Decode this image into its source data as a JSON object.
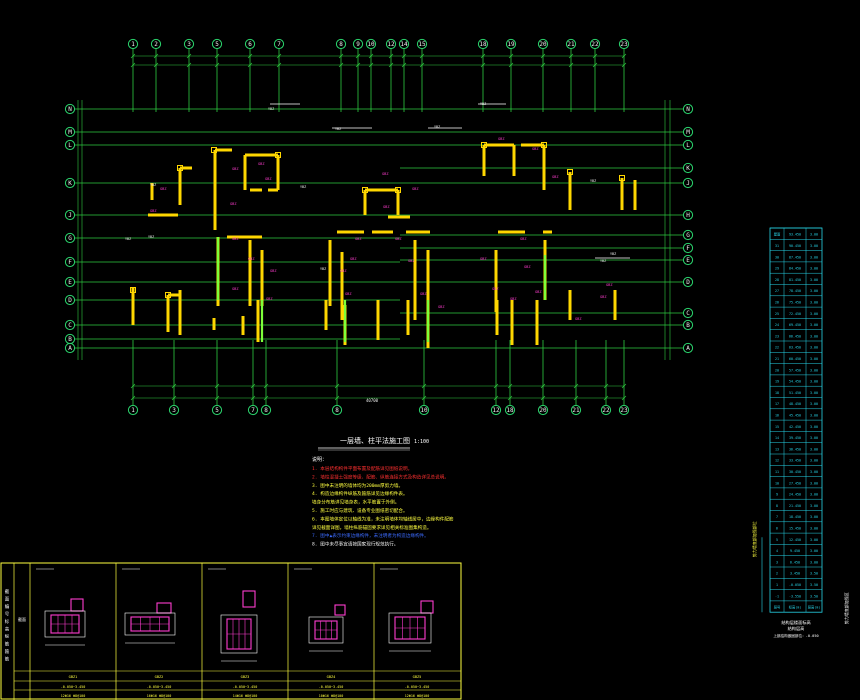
{
  "colors": {
    "background": "#000000",
    "grid": "#2ecc40",
    "wall": "#ffd700",
    "rebar_pink": "#ff3ccf",
    "table_cyan": "#27d5e8",
    "annotation_white": "#f0f0f0",
    "note_red": "#ff3030",
    "note_yellow": "#ffff40",
    "note_blue": "#3b6bff",
    "detail_frame": "#ffff40"
  },
  "plan": {
    "title": "一层墙、柱平法施工图",
    "scale": "1:100",
    "top_axes": [
      "1",
      "2",
      "3",
      "5",
      "6",
      "7",
      "8",
      "9",
      "10",
      "12",
      "14",
      "15",
      "18",
      "19",
      "20",
      "21",
      "22",
      "23"
    ],
    "bottom_axes": [
      "1",
      "3",
      "5",
      "7",
      "8",
      "8",
      "10",
      "12",
      "18",
      "20",
      "21",
      "22",
      "23"
    ],
    "left_axes": [
      "N",
      "M",
      "L",
      "K",
      "J",
      "G",
      "F",
      "E",
      "D",
      "C",
      "B",
      "A"
    ],
    "right_axes": [
      "N",
      "M",
      "L",
      "K",
      "J",
      "H",
      "G",
      "F",
      "E",
      "D",
      "C",
      "B",
      "A"
    ],
    "overall_dim": "40700"
  },
  "notes": {
    "heading": "说明：",
    "lines": [
      {
        "text": "1. 本层结构构件平面布置及配筋详见图纸说明。",
        "color": "red"
      },
      {
        "text": "2. 墙柱混凝土强度等级、配筋、纵筋连接方式及构造详见总说明。",
        "color": "red"
      },
      {
        "text": "3. 图中未注明的墙体均为200mm厚剪力墙。",
        "color": "yellow"
      },
      {
        "text": "4. 构造边缘构件纵筋及箍筋详见边缘构件表。",
        "color": "yellow"
      },
      {
        "text": "   墙身分布筋详见墙身表，水平筋置于外侧。",
        "color": "yellow"
      },
      {
        "text": "5. 施工时应与建筑、设备专业图纸密切配合。",
        "color": "yellow"
      },
      {
        "text": "6. 本图墙体定位以轴线为准，未注明墙体均轴线居中，边缘构件配筋",
        "color": "yellow"
      },
      {
        "text": "   详见截面详图，墙柱纵筋锚固要求详见相关标准图集构造。",
        "color": "yellow"
      },
      {
        "text": "7. 图中▲表示约束边缘构件，未注明者为构造边缘构件。",
        "color": "blue"
      },
      {
        "text": "8. 图中未尽事宜请按国家现行规范执行。",
        "color": "white"
      }
    ]
  },
  "floor_table": {
    "caption": "结构层楼面标高",
    "caption2": "结构层高",
    "caption3": "上部结构嵌固部位：-0.050",
    "side_label": "剪力墙底部加强部位",
    "right_label": "剪力墙底部加强区",
    "rows": [
      {
        "floor": "屋面",
        "elev": "93.450",
        "height": "3.00"
      },
      {
        "floor": "31",
        "elev": "90.450",
        "height": "3.00"
      },
      {
        "floor": "30",
        "elev": "87.450",
        "height": "3.00"
      },
      {
        "floor": "29",
        "elev": "84.450",
        "height": "3.00"
      },
      {
        "floor": "28",
        "elev": "81.450",
        "height": "3.00"
      },
      {
        "floor": "27",
        "elev": "78.450",
        "height": "3.00"
      },
      {
        "floor": "26",
        "elev": "75.450",
        "height": "3.00"
      },
      {
        "floor": "25",
        "elev": "72.450",
        "height": "3.00"
      },
      {
        "floor": "24",
        "elev": "69.450",
        "height": "3.00"
      },
      {
        "floor": "23",
        "elev": "66.450",
        "height": "3.00"
      },
      {
        "floor": "22",
        "elev": "63.450",
        "height": "3.00"
      },
      {
        "floor": "21",
        "elev": "60.450",
        "height": "3.00"
      },
      {
        "floor": "20",
        "elev": "57.450",
        "height": "3.00"
      },
      {
        "floor": "19",
        "elev": "54.450",
        "height": "3.00"
      },
      {
        "floor": "18",
        "elev": "51.450",
        "height": "3.00"
      },
      {
        "floor": "17",
        "elev": "48.450",
        "height": "3.00"
      },
      {
        "floor": "16",
        "elev": "45.450",
        "height": "3.00"
      },
      {
        "floor": "15",
        "elev": "42.450",
        "height": "3.00"
      },
      {
        "floor": "14",
        "elev": "39.450",
        "height": "3.00"
      },
      {
        "floor": "13",
        "elev": "36.450",
        "height": "3.00"
      },
      {
        "floor": "12",
        "elev": "33.450",
        "height": "3.00"
      },
      {
        "floor": "11",
        "elev": "30.450",
        "height": "3.00"
      },
      {
        "floor": "10",
        "elev": "27.450",
        "height": "3.00"
      },
      {
        "floor": "9",
        "elev": "24.450",
        "height": "3.00"
      },
      {
        "floor": "8",
        "elev": "21.450",
        "height": "3.00"
      },
      {
        "floor": "7",
        "elev": "18.450",
        "height": "3.00"
      },
      {
        "floor": "6",
        "elev": "15.450",
        "height": "3.00"
      },
      {
        "floor": "5",
        "elev": "12.450",
        "height": "3.00"
      },
      {
        "floor": "4",
        "elev": "9.450",
        "height": "3.00"
      },
      {
        "floor": "3",
        "elev": "6.450",
        "height": "3.00"
      },
      {
        "floor": "2",
        "elev": "3.450",
        "height": "3.50"
      },
      {
        "floor": "1",
        "elev": "-0.050",
        "height": "3.50"
      },
      {
        "floor": "-1",
        "elev": "-3.550",
        "height": "3.50"
      },
      {
        "floor": "层号",
        "elev": "标高(m)",
        "height": "层高(m)"
      }
    ]
  },
  "detail_table": {
    "left_header": [
      "截",
      "面",
      "编",
      "号",
      "标",
      "高",
      "纵",
      "筋",
      "箍",
      "筋"
    ],
    "row_label": "截面",
    "columns": [
      {
        "id": "GBZ1",
        "elev": "-0.050~3.450",
        "rebar": "12Φ16",
        "stirrup": "Φ8@100"
      },
      {
        "id": "GBZ2",
        "elev": "-0.050~3.450",
        "rebar": "16Φ16",
        "stirrup": "Φ8@100"
      },
      {
        "id": "GBZ3",
        "elev": "-0.050~3.450",
        "rebar": "14Φ16",
        "stirrup": "Φ8@100"
      },
      {
        "id": "GBZ4",
        "elev": "-0.050~3.450",
        "rebar": "10Φ16",
        "stirrup": "Φ8@100"
      },
      {
        "id": "GBZ5",
        "elev": "-0.050~3.450",
        "rebar": "12Φ16",
        "stirrup": "Φ8@100"
      }
    ]
  }
}
